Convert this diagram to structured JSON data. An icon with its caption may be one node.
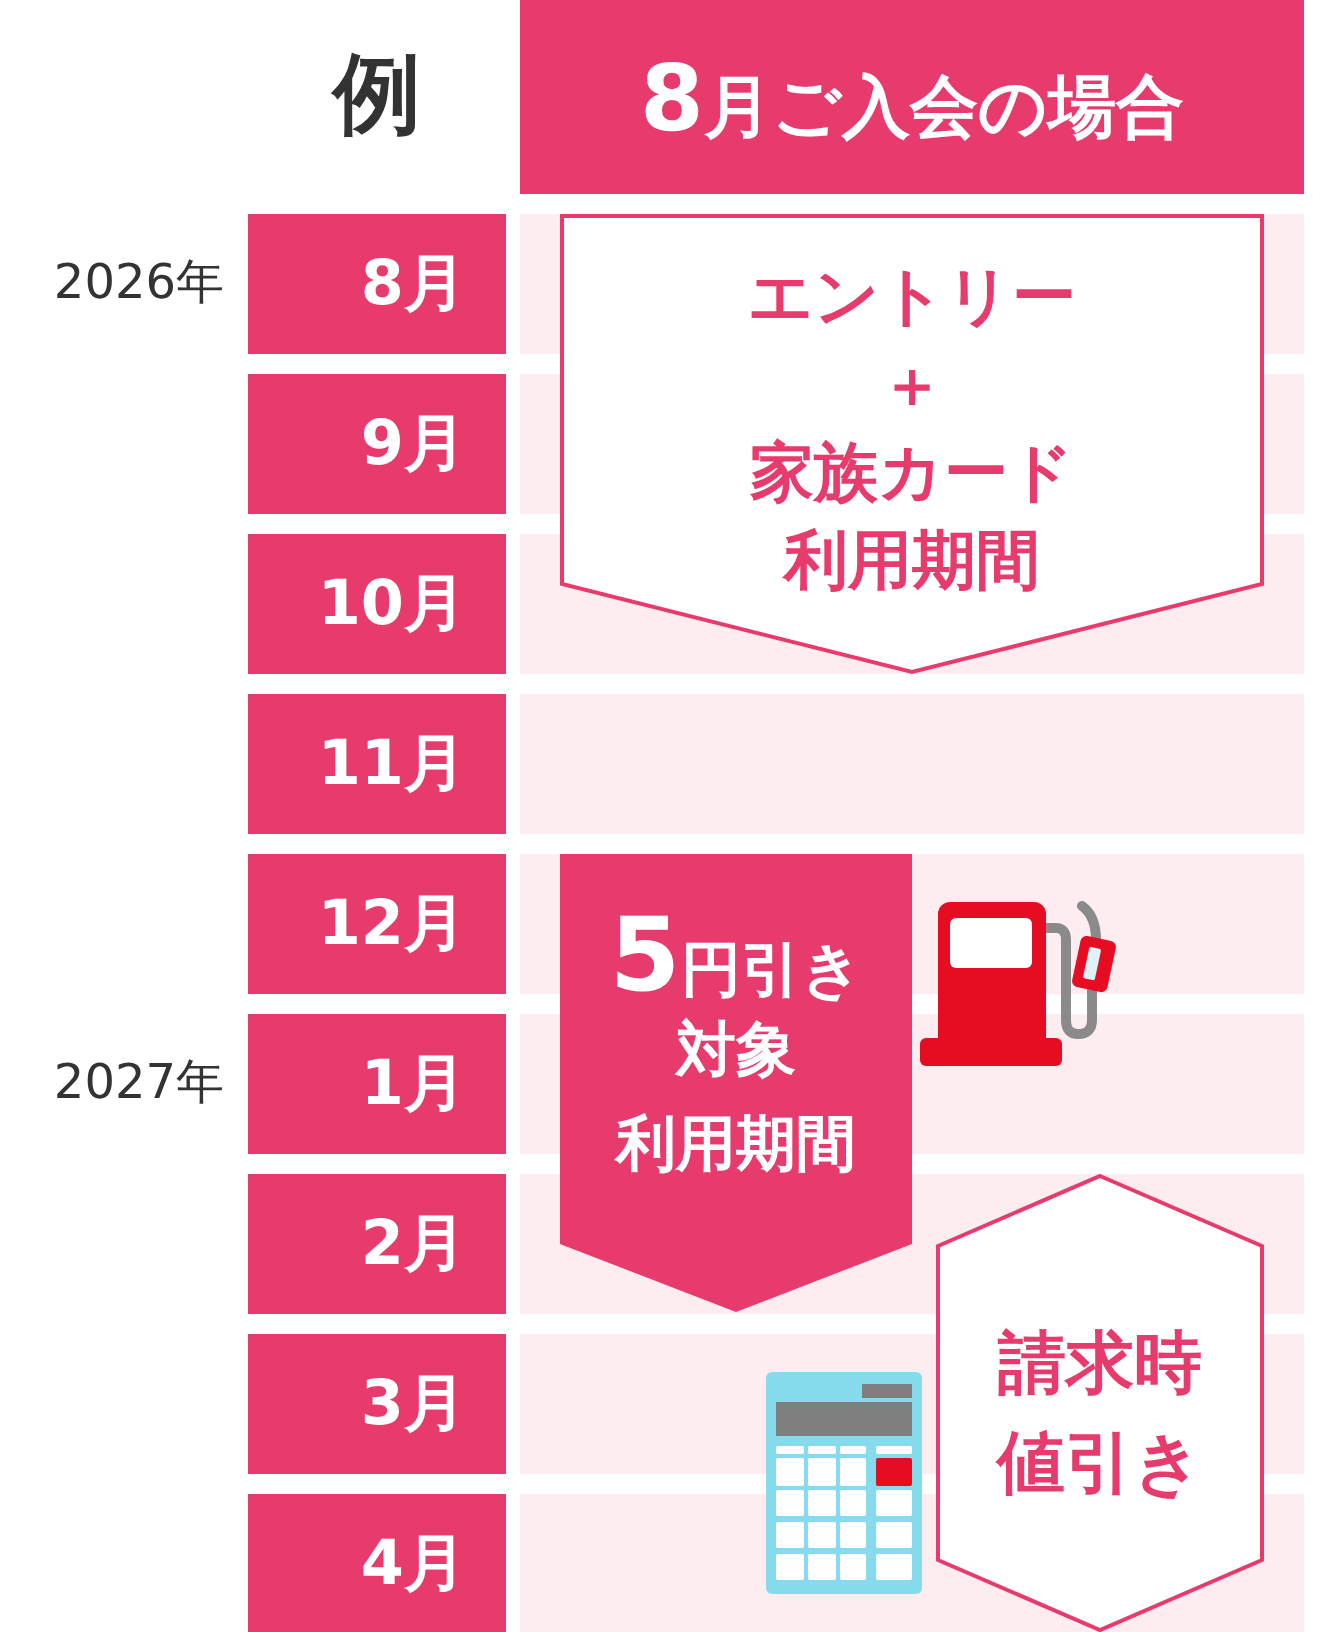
{
  "diagram": {
    "nodes": [
      {
        "text": [
          "8月ご入会の場合"
        ]
      },
      {
        "text": [
          "8月"
        ],
        "beside": [
          "2026年"
        ]
      },
      {
        "text": [
          "9月"
        ]
      },
      {
        "text": [
          "10月"
        ]
      },
      {
        "text": [
          "11月"
        ]
      },
      {
        "text": [
          "12月"
        ]
      },
      {
        "text": [
          "1月"
        ],
        "beside": [
          "2027年"
        ]
      },
      {
        "text": [
          "2月"
        ]
      },
      {
        "text": [
          "3月"
        ]
      },
      {
        "text": [
          "4月"
        ]
      },
      {
        "text": [
          "エントリー＋家族カード利用期間"
        ]
      },
      {
        "text": [
          "5円引き対象利用期間"
        ]
      },
      {
        "text": [
          "請求時値引き"
        ]
      }
    ],
    "labels": [
      "例"
    ]
  }
}
